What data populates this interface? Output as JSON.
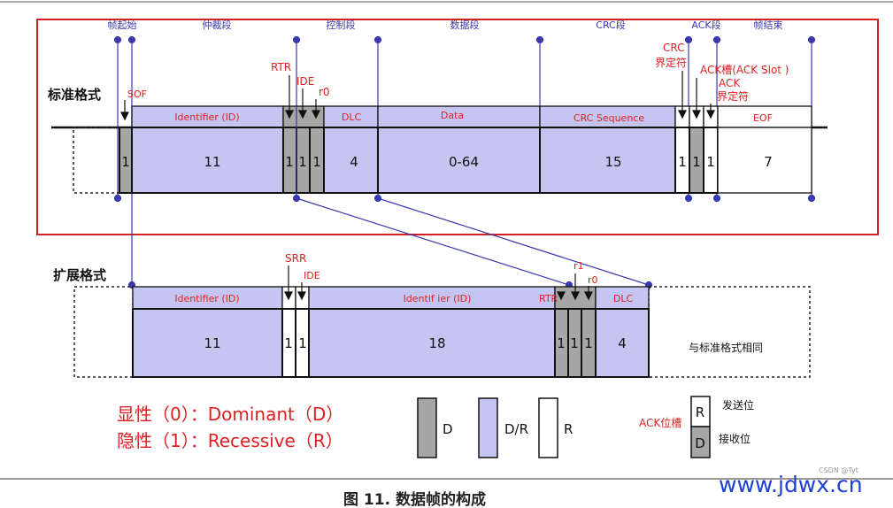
{
  "colors": {
    "dominant": "#a6a6a6",
    "dominant_recessive": "#c5c5f2",
    "recessive": "#ffffff",
    "highlight_frame": "#d22020",
    "connector": "#3a3ab0",
    "red_text": "#e02020",
    "watermark": "#1f3fd0"
  },
  "top_labels": [
    "帧起始",
    "仲裁段",
    "控制段",
    "数据段",
    "CRC段",
    "ACK段",
    "帧结束"
  ],
  "standard": {
    "title": "标准格式",
    "field_labels": {
      "sof": "SOF",
      "rtr": "RTR",
      "ide": "IDE",
      "r0": "r0",
      "crc_delim": "CRC\n界定符",
      "ack_slot": "ACK槽(ACK Slot )",
      "ack_delim": "ACK\n界定符"
    },
    "header_names": {
      "identifier": "Identifier (ID)",
      "dlc": "DLC",
      "data": "Data",
      "crc_seq": "CRC Sequence",
      "eof": "EOF"
    },
    "bits": {
      "sof": "1",
      "identifier": "11",
      "rtr": "1",
      "ide": "1",
      "r0": "1",
      "dlc": "4",
      "data": "0-64",
      "crc_seq": "15",
      "crc_delim": "1",
      "ack_slot": "1",
      "ack_delim": "1",
      "eof": "7"
    }
  },
  "extended": {
    "title": "扩展格式",
    "field_labels": {
      "srr": "SRR",
      "ide": "IDE",
      "rtr": "RTR",
      "r1": "r1",
      "r0": "r0"
    },
    "header_names": {
      "identifier_a": "Identifier (ID)",
      "identifier_b": "Identif ier (ID)",
      "dlc": "DLC"
    },
    "bits": {
      "identifier_a": "11",
      "srr": "1",
      "ide": "1",
      "identifier_b": "18",
      "rtr": "1",
      "r1": "1",
      "r0": "1",
      "dlc": "4"
    },
    "remainder_note": "与标准格式相同"
  },
  "legend": {
    "dominant_text": "显性（0）：Dominant（D）",
    "recessive_text": "隐性（1）：Recessive（R）",
    "d_label": "D",
    "dr_label": "D/R",
    "r_label": "R",
    "ack_title": "ACK位槽",
    "ack_r": "R",
    "ack_d": "D",
    "send_bit": "发送位",
    "recv_bit": "接收位"
  },
  "caption": "图 11.   数据帧的构成",
  "watermark": "www.jdwx.cn",
  "small_mark": "CSDN @Tyt"
}
